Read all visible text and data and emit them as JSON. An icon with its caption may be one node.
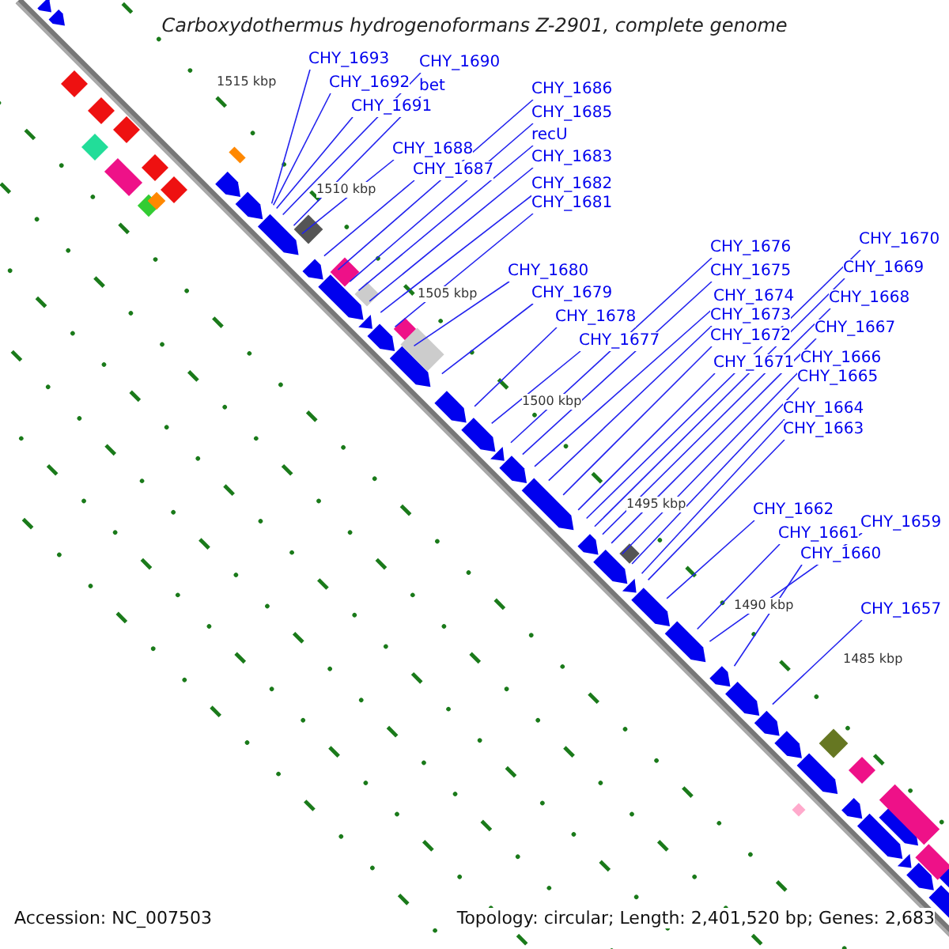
{
  "diagram": {
    "title": "Carboxydothermus hydrogenoformans Z-2901, complete genome",
    "nodes": [
      {
        "text": [
          "CHY_1693"
        ]
      },
      {
        "text": [
          "CHY_1692"
        ]
      },
      {
        "text": [
          "CHY_1691"
        ]
      },
      {
        "text": [
          "CHY_1690"
        ]
      },
      {
        "text": [
          "bet"
        ]
      },
      {
        "text": [
          "CHY_1688"
        ]
      },
      {
        "text": [
          "CHY_1687"
        ]
      },
      {
        "text": [
          "CHY_1686"
        ]
      },
      {
        "text": [
          "CHY_1685"
        ]
      },
      {
        "text": [
          "recU"
        ]
      },
      {
        "text": [
          "CHY_1683"
        ]
      },
      {
        "text": [
          "CHY_1682"
        ]
      },
      {
        "text": [
          "CHY_1681"
        ]
      },
      {
        "text": [
          "CHY_1680"
        ]
      },
      {
        "text": [
          "CHY_1679"
        ]
      },
      {
        "text": [
          "CHY_1678"
        ]
      },
      {
        "text": [
          "CHY_1677"
        ]
      },
      {
        "text": [
          "CHY_1676"
        ]
      },
      {
        "text": [
          "CHY_1675"
        ]
      },
      {
        "text": [
          "CHY_1674"
        ]
      },
      {
        "text": [
          "CHY_1673"
        ]
      },
      {
        "text": [
          "CHY_1672"
        ]
      },
      {
        "text": [
          "CHY_1671"
        ]
      },
      {
        "text": [
          "CHY_1670"
        ]
      },
      {
        "text": [
          "CHY_1669"
        ]
      },
      {
        "text": [
          "CHY_1668"
        ]
      },
      {
        "text": [
          "CHY_1667"
        ]
      },
      {
        "text": [
          "CHY_1666"
        ]
      },
      {
        "text": [
          "CHY_1665"
        ]
      },
      {
        "text": [
          "CHY_1664"
        ]
      },
      {
        "text": [
          "CHY_1663"
        ]
      },
      {
        "text": [
          "CHY_1662"
        ]
      },
      {
        "text": [
          "CHY_1661"
        ]
      },
      {
        "text": [
          "CHY_1660"
        ]
      },
      {
        "text": [
          "CHY_1659"
        ]
      },
      {
        "text": [
          "CHY_1657"
        ]
      }
    ],
    "edges": [
      {
        "from": 0,
        "to": null,
        "arrow": "none"
      },
      {
        "from": 1,
        "to": null,
        "arrow": "none"
      },
      {
        "from": 2,
        "to": null,
        "arrow": "none"
      },
      {
        "from": 3,
        "to": null,
        "arrow": "none"
      },
      {
        "from": 4,
        "to": null,
        "arrow": "none"
      },
      {
        "from": 5,
        "to": null,
        "arrow": "none"
      },
      {
        "from": 6,
        "to": null,
        "arrow": "none"
      },
      {
        "from": 7,
        "to": null,
        "arrow": "none"
      },
      {
        "from": 8,
        "to": null,
        "arrow": "none"
      },
      {
        "from": 9,
        "to": null,
        "arrow": "none"
      },
      {
        "from": 10,
        "to": null,
        "arrow": "none"
      },
      {
        "from": 11,
        "to": null,
        "arrow": "none"
      },
      {
        "from": 12,
        "to": null,
        "arrow": "none"
      },
      {
        "from": 13,
        "to": null,
        "arrow": "none"
      },
      {
        "from": 14,
        "to": null,
        "arrow": "none"
      },
      {
        "from": 15,
        "to": null,
        "arrow": "none"
      },
      {
        "from": 16,
        "to": null,
        "arrow": "none"
      },
      {
        "from": 17,
        "to": null,
        "arrow": "none"
      },
      {
        "from": 18,
        "to": null,
        "arrow": "none"
      },
      {
        "from": 19,
        "to": null,
        "arrow": "none"
      },
      {
        "from": 20,
        "to": null,
        "arrow": "none"
      },
      {
        "from": 21,
        "to": null,
        "arrow": "none"
      },
      {
        "from": 22,
        "to": null,
        "arrow": "none"
      },
      {
        "from": 23,
        "to": null,
        "arrow": "none"
      },
      {
        "from": 24,
        "to": null,
        "arrow": "none"
      },
      {
        "from": 25,
        "to": null,
        "arrow": "none"
      },
      {
        "from": 26,
        "to": null,
        "arrow": "none"
      },
      {
        "from": 27,
        "to": null,
        "arrow": "none"
      },
      {
        "from": 28,
        "to": null,
        "arrow": "none"
      },
      {
        "from": 29,
        "to": null,
        "arrow": "none"
      },
      {
        "from": 30,
        "to": null,
        "arrow": "none"
      },
      {
        "from": 31,
        "to": null,
        "arrow": "none"
      },
      {
        "from": 32,
        "to": null,
        "arrow": "none"
      },
      {
        "from": 33,
        "to": null,
        "arrow": "none"
      },
      {
        "from": 34,
        "to": null,
        "arrow": "none"
      },
      {
        "from": 35,
        "to": null,
        "arrow": "none"
      }
    ],
    "labels": [
      "1515 kbp",
      "1510 kbp",
      "1505 kbp",
      "1500 kbp",
      "1495 kbp",
      "1490 kbp",
      "1485 kbp",
      "Accession: NC_007503",
      "Topology: circular; Length: 2,401,520 bp; Genes: 2,683"
    ]
  }
}
